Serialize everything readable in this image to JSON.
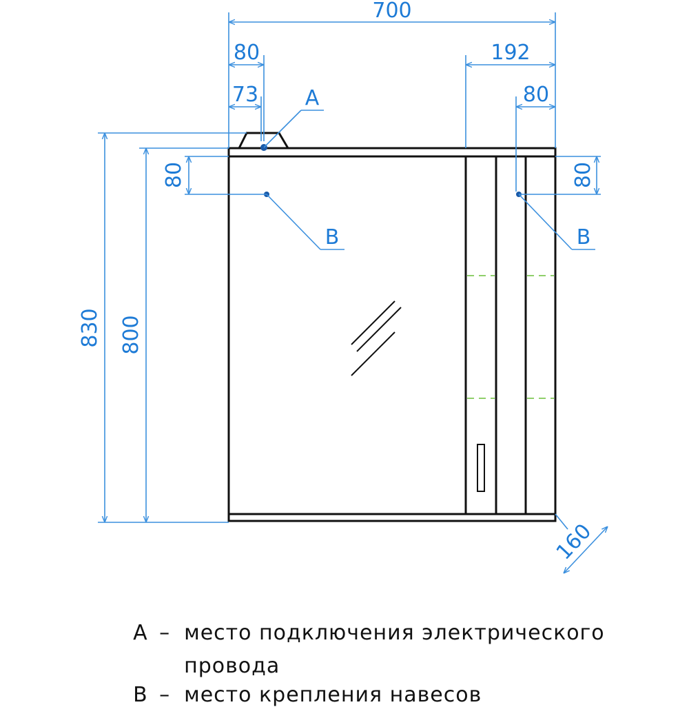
{
  "dimensions": {
    "overall_width": "700",
    "left_offset_outer": "80",
    "left_offset_inner": "73",
    "right_section_width": "192",
    "right_offset": "80",
    "overall_height": "830",
    "body_height": "800",
    "left_hanger_drop": "80",
    "right_hanger_drop": "80",
    "depth": "160"
  },
  "callouts": {
    "a": "A",
    "b_left": "B",
    "b_right": "B"
  },
  "legend": {
    "line1_key": "A",
    "line1_sep": "–",
    "line1_text": "место подключения электрического",
    "line2_text": "провода",
    "line3_key": "B",
    "line3_sep": "–",
    "line3_text": "место крепления навесов"
  },
  "colors": {
    "dimension": "#1e7bd6",
    "outline": "#111111",
    "shelf": "#8fcf6a"
  }
}
